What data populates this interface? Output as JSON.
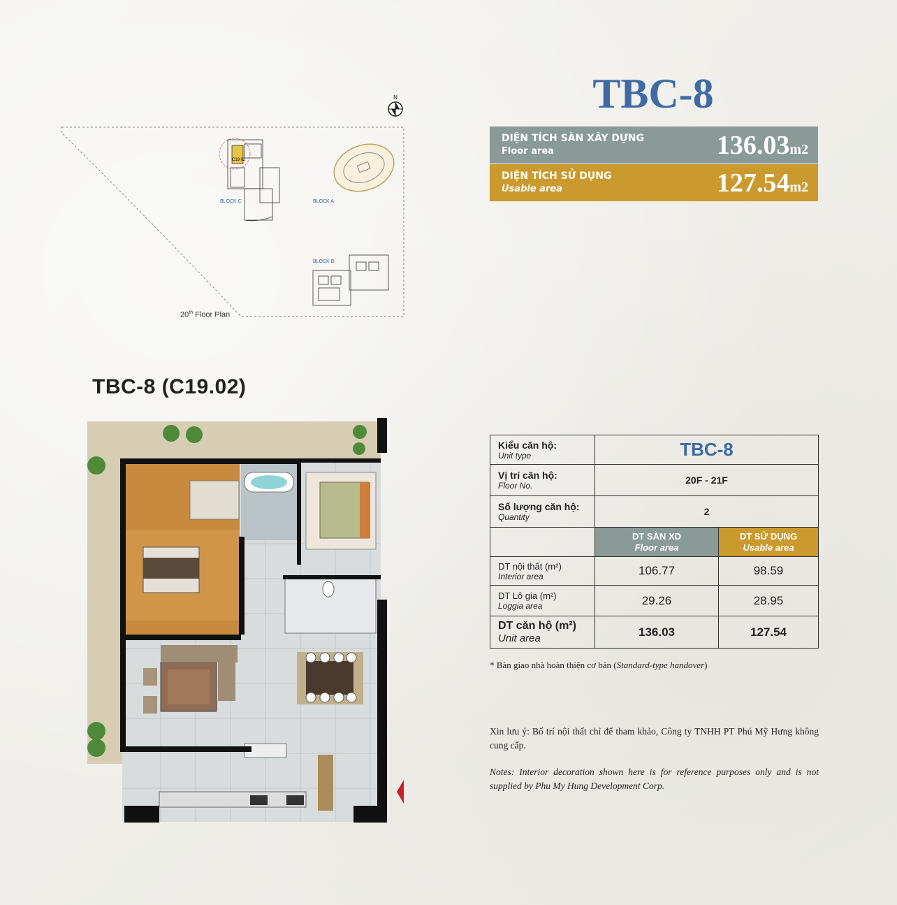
{
  "title": "TBC-8",
  "floor_area": {
    "label_vi": "DIỆN TÍCH SÀN XÂY DỰNG",
    "label_en": "Floor area",
    "value": "136.03",
    "unit": "m2"
  },
  "usable_area": {
    "label_vi": "DIỆN TÍCH SỬ DỤNG",
    "label_en": "Usable area",
    "value": "127.54",
    "unit": "m2"
  },
  "site_plan": {
    "compass": "N",
    "unit_marker": "C19.02",
    "blocks": [
      "BLOCK C",
      "BLOCK A",
      "BLOCK B"
    ],
    "caption": {
      "prefix": "20",
      "sup": "th",
      "rest": " Floor Plan"
    }
  },
  "unit_heading": "TBC-8 (C19.02)",
  "table": {
    "rows": [
      {
        "vi": "Kiểu căn hộ:",
        "en": "Unit type",
        "value": "TBC-8"
      },
      {
        "vi": "Vị trí căn hộ:",
        "en": "Floor No.",
        "value": "20F - 21F"
      },
      {
        "vi": "Số lượng căn hộ:",
        "en": "Quantity",
        "value": "2"
      }
    ],
    "col_floor": {
      "vi": "DT SÀN XD",
      "en": "Floor area"
    },
    "col_usable": {
      "vi": "DT SỬ DỤNG",
      "en": "Usable area"
    },
    "areas": [
      {
        "vi": "DT nội thất (m²)",
        "en": "Interior area",
        "floor": "106.77",
        "usable": "98.59"
      },
      {
        "vi": "DT Lô gia (m²)",
        "en": "Loggia area",
        "floor": "29.26",
        "usable": "28.95"
      },
      {
        "vi": "DT căn hộ (m²)",
        "en": "Unit area",
        "floor": "136.03",
        "usable": "127.54"
      }
    ]
  },
  "notes": {
    "handover_prefix": "* Bàn giao nhà hoàn thiện cơ bản (",
    "handover_italic": "Standard-type handover",
    "handover_suffix": ")",
    "vi": "Xin lưu ý: Bố trí nội thất chỉ để tham khảo, Công ty TNHH PT Phú Mỹ Hưng không cung cấp.",
    "en": "Notes: Interior decoration shown here is for reference purposes only and is not supplied by Phu My Hung Development Corp."
  },
  "colors": {
    "accent_blue": "#3e6ba4",
    "grey": "#8a9a97",
    "gold": "#cb9a2e"
  }
}
